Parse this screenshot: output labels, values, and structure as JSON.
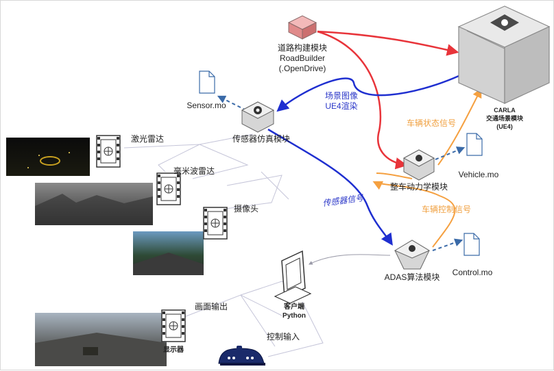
{
  "modules": {
    "roadbuilder": {
      "line1": "道路构建模块",
      "line2": "RoadBuilder",
      "line3": "(.OpenDrive)"
    },
    "carla": {
      "line1": "CARLA",
      "line2": "交通场景模块",
      "line3": "(UE4)"
    },
    "sensor_sim": {
      "label": "传感器仿真模块"
    },
    "vehicle_dyn": {
      "label": "整车动力学模块"
    },
    "adas": {
      "label": "ADAS算法模块"
    },
    "client": {
      "line1": "客户端",
      "line2": "Python"
    },
    "display": {
      "label": "显示器"
    }
  },
  "files": {
    "sensor": "Sensor.mo",
    "vehicle": "Vehicle.mo",
    "control": "Control.mo"
  },
  "signals": {
    "scene_image_1": "场景图像",
    "scene_image_2": "UE4渲染",
    "sensor_signal": "传感器信号",
    "vehicle_state": "车辆状态信号",
    "vehicle_control": "车辆控制信号",
    "screen_output": "画面输出",
    "control_input": "控制输入"
  },
  "sensors": {
    "lidar": "激光雷达",
    "radar": "毫米波雷达",
    "camera": "摄像头"
  },
  "colors": {
    "red": "#e8343a",
    "blue": "#1f2fd0",
    "orange": "#f5a040",
    "gray_line": "#b8b8c8",
    "text_blue": "#2a36c8",
    "text_orange": "#f0a040"
  }
}
